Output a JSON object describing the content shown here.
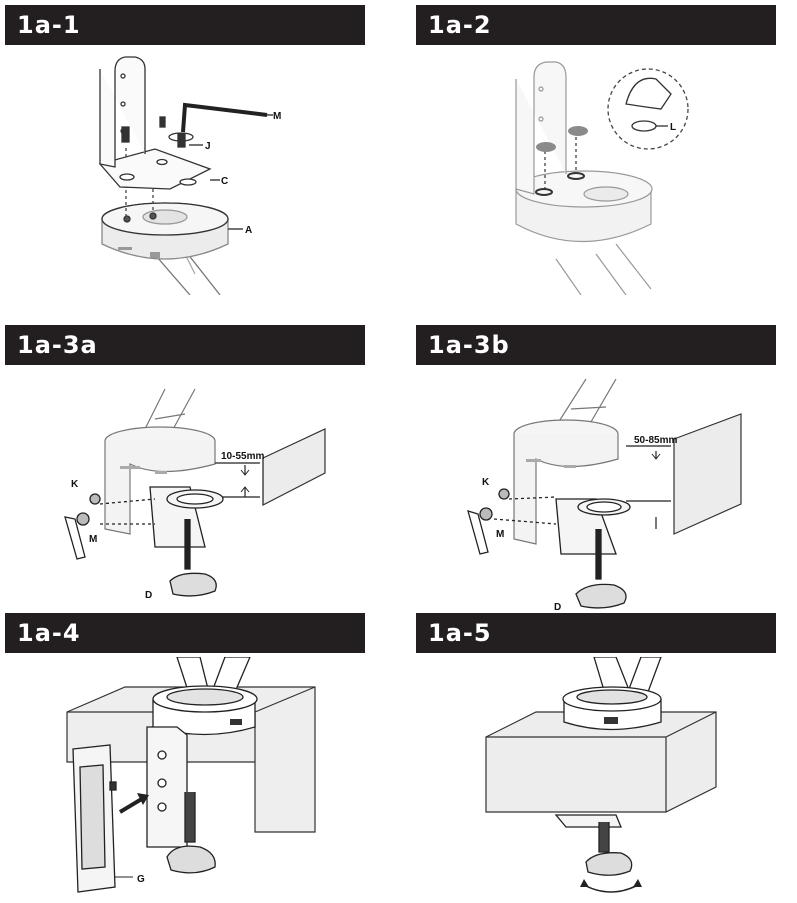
{
  "steps": [
    {
      "id": "1a-1",
      "title": "1a-1",
      "callouts": {
        "m": "M",
        "j": "J",
        "c": "C",
        "a": "A"
      }
    },
    {
      "id": "1a-2",
      "title": "1a-2",
      "callouts": {
        "l": "L"
      }
    },
    {
      "id": "1a-3a",
      "title": "1a-3a",
      "callouts": {
        "k": "K",
        "m": "M",
        "d": "D"
      },
      "dimension": "10-55mm"
    },
    {
      "id": "1a-3b",
      "title": "1a-3b",
      "callouts": {
        "k": "K",
        "m": "M",
        "d": "D"
      },
      "dimension": "50-85mm"
    },
    {
      "id": "1a-4",
      "title": "1a-4",
      "callouts": {
        "g": "G"
      }
    },
    {
      "id": "1a-5",
      "title": "1a-5",
      "callouts": {}
    }
  ]
}
